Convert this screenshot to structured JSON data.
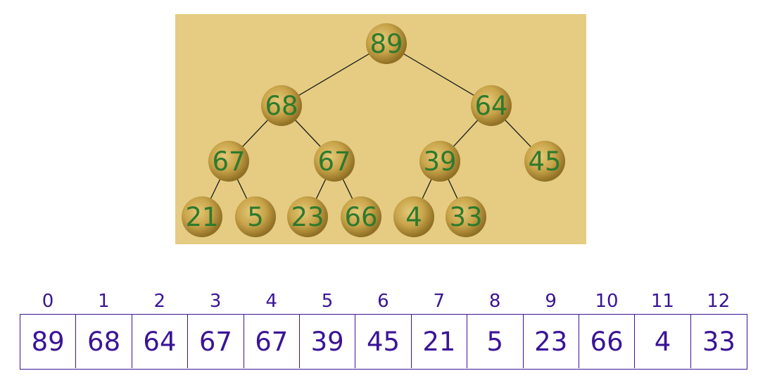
{
  "tree": {
    "nodes": [
      {
        "id": 0,
        "value": "89"
      },
      {
        "id": 1,
        "value": "68"
      },
      {
        "id": 2,
        "value": "64"
      },
      {
        "id": 3,
        "value": "67"
      },
      {
        "id": 4,
        "value": "67"
      },
      {
        "id": 5,
        "value": "39"
      },
      {
        "id": 6,
        "value": "45"
      },
      {
        "id": 7,
        "value": "21"
      },
      {
        "id": 8,
        "value": "5"
      },
      {
        "id": 9,
        "value": "23"
      },
      {
        "id": 10,
        "value": "66"
      },
      {
        "id": 11,
        "value": "4"
      },
      {
        "id": 12,
        "value": "33"
      }
    ],
    "edges": [
      [
        0,
        1
      ],
      [
        0,
        2
      ],
      [
        1,
        3
      ],
      [
        1,
        4
      ],
      [
        2,
        5
      ],
      [
        2,
        6
      ],
      [
        3,
        7
      ],
      [
        3,
        8
      ],
      [
        4,
        9
      ],
      [
        4,
        10
      ],
      [
        5,
        11
      ],
      [
        5,
        12
      ]
    ]
  },
  "array": {
    "indices": [
      "0",
      "1",
      "2",
      "3",
      "4",
      "5",
      "6",
      "7",
      "8",
      "9",
      "10",
      "11",
      "12"
    ],
    "values": [
      "89",
      "68",
      "64",
      "67",
      "67",
      "39",
      "45",
      "21",
      "5",
      "23",
      "66",
      "4",
      "33"
    ]
  },
  "colors": {
    "panel_background": "#e5cc82",
    "node_fill": "#c9a44a",
    "node_text": "#2d7a2d",
    "array_text": "#3a1496"
  }
}
